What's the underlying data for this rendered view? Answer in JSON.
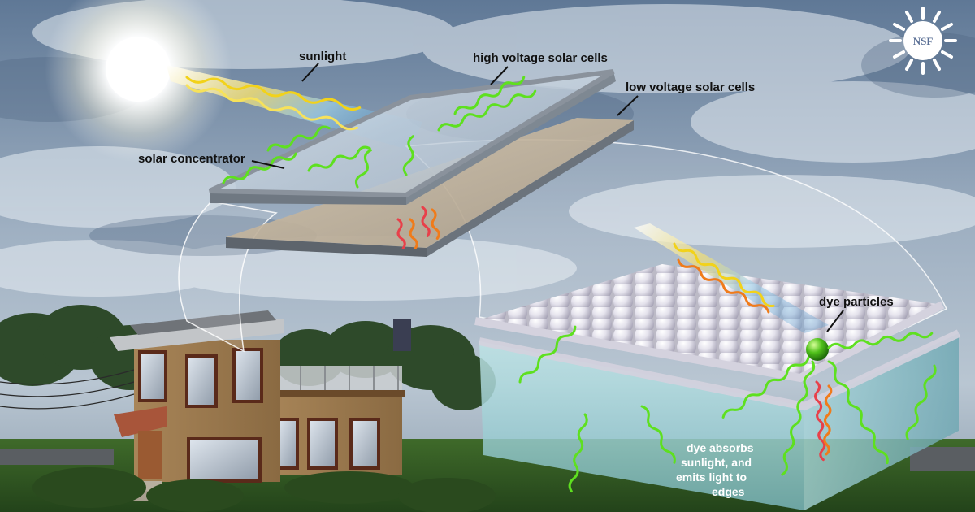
{
  "labels": {
    "sunlight": "sunlight",
    "high_voltage": "high voltage solar cells",
    "low_voltage": "low voltage solar cells",
    "solar_concentrator": "solar concentrator",
    "dye_particles": "dye particles",
    "dye_absorbs_lines": [
      "dye absorbs",
      "sunlight, and",
      "emits light to",
      "edges"
    ]
  },
  "logo": {
    "text": "NSF"
  },
  "colors": {
    "sky_top": "#5f7896",
    "sky_mid": "#a9b8c8",
    "wave_green": "#5ee01f",
    "wave_yellow": "#f2d21a",
    "wave_red": "#e8404a",
    "wave_orange": "#f07b1a",
    "house_siding": "#9a7a52",
    "house_trim": "#5a2a1a",
    "frame_gray": "#7d8590",
    "sphere": "#e2e2ea"
  }
}
